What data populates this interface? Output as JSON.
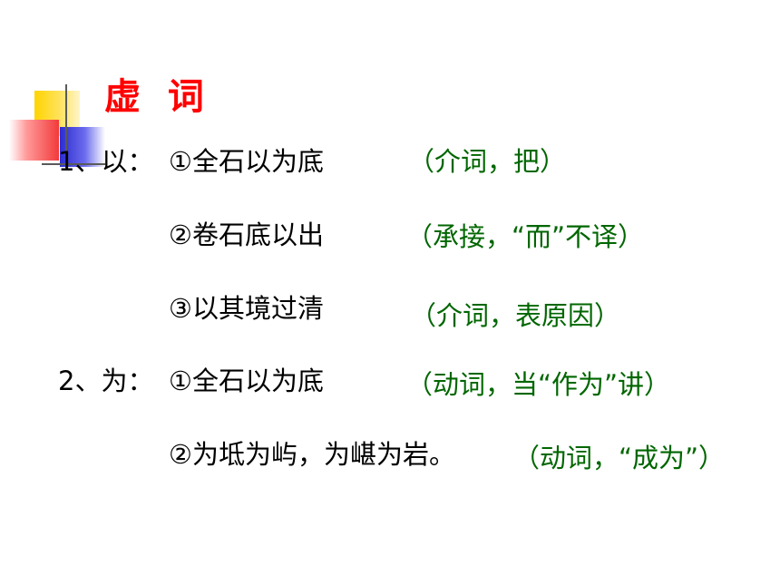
{
  "title": "虚 词",
  "items": [
    {
      "prefix": "1、以：",
      "sentence": "①全石以为底",
      "note": "（介词，把）"
    },
    {
      "prefix": "",
      "sentence": "②卷石底以出",
      "note": "（承接，“而”不译）"
    },
    {
      "prefix": "",
      "sentence": "③以其境过清",
      "note": "（介词，表原因）"
    },
    {
      "prefix": "2、为：",
      "sentence": "①全石以为底",
      "note": "（动词，当“作为”讲）"
    },
    {
      "prefix": "",
      "sentence": "②为坻为屿，为嵁为岩。",
      "note": "（动词，“成为”）"
    }
  ],
  "colors": {
    "title": "#ff0000",
    "note": "#006600",
    "text": "#000000"
  }
}
